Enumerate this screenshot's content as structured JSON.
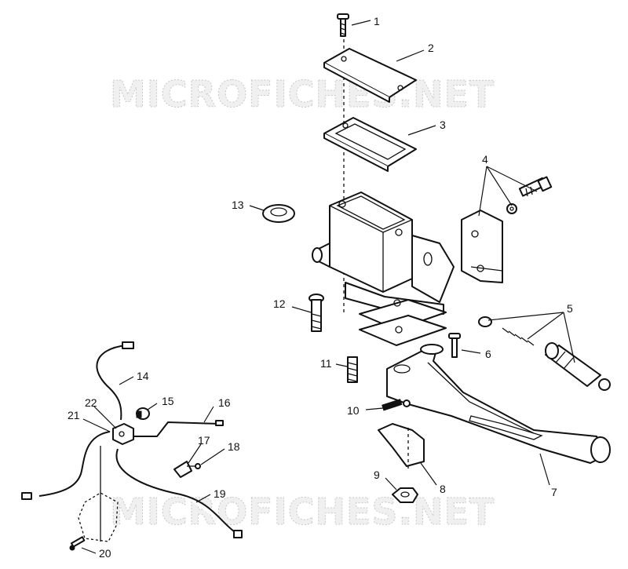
{
  "watermark": {
    "text": "MICROFICHES.NET"
  },
  "callouts": [
    "1",
    "2",
    "3",
    "4",
    "5",
    "6",
    "7",
    "8",
    "9",
    "10",
    "11",
    "12",
    "13",
    "14",
    "15",
    "16",
    "17",
    "18",
    "19",
    "20",
    "21",
    "22"
  ],
  "colors": {
    "line": "#111111",
    "paper": "#ffffff",
    "watermark": "#c9c9c9"
  }
}
